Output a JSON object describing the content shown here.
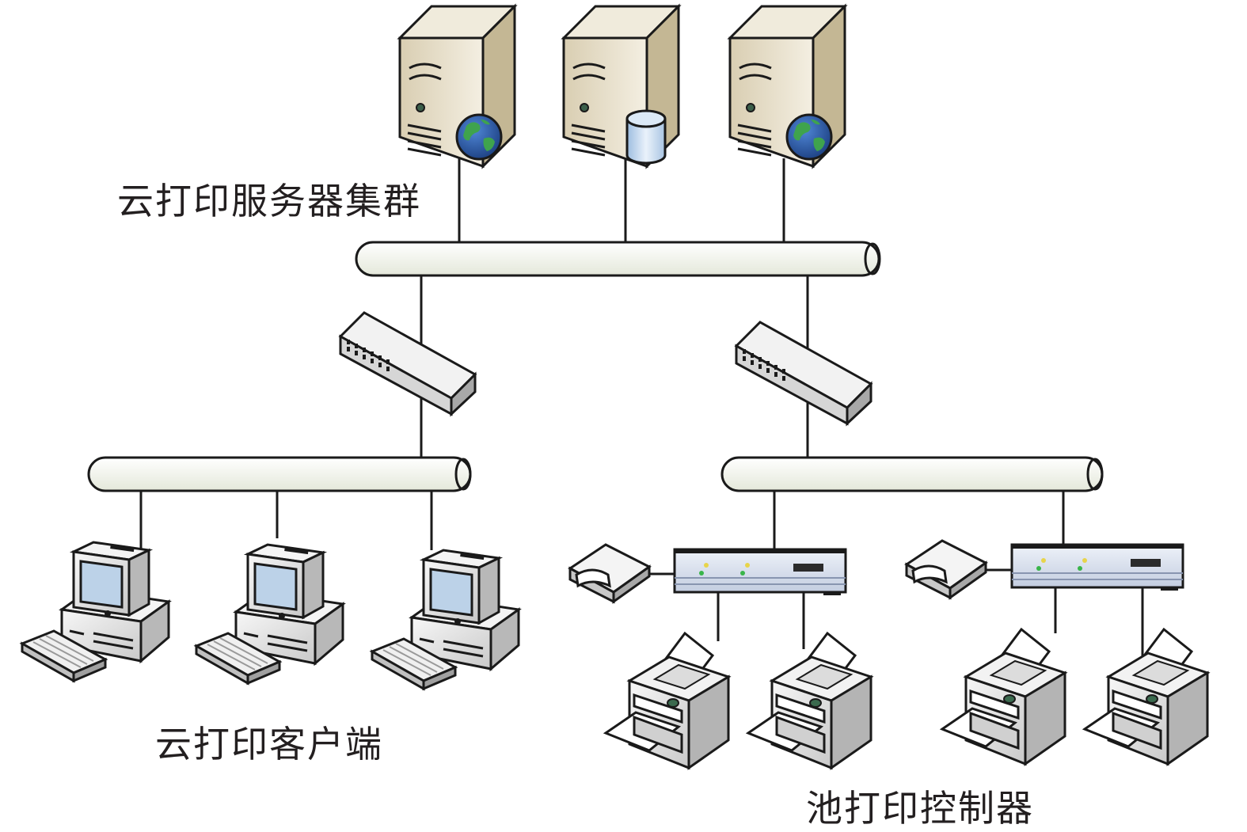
{
  "labels": {
    "server_cluster": "云打印服务器集群",
    "clients": "云打印客户端",
    "pool_controller": "池打印控制器"
  },
  "colors": {
    "line": "#1a1a1a",
    "bus_fill": "#f3f5ec",
    "server_front": "#e9e1cc",
    "server_side": "#bcb08f",
    "globe": "#2f5da8",
    "land": "#3fa34d",
    "db": "#c8dcf0",
    "controller": "#d8e0ee",
    "led_green": "#39b54a",
    "led_yellow": "#e8d44a",
    "screen": "#bcd2e8",
    "device_gray": "#e6e6e6"
  }
}
